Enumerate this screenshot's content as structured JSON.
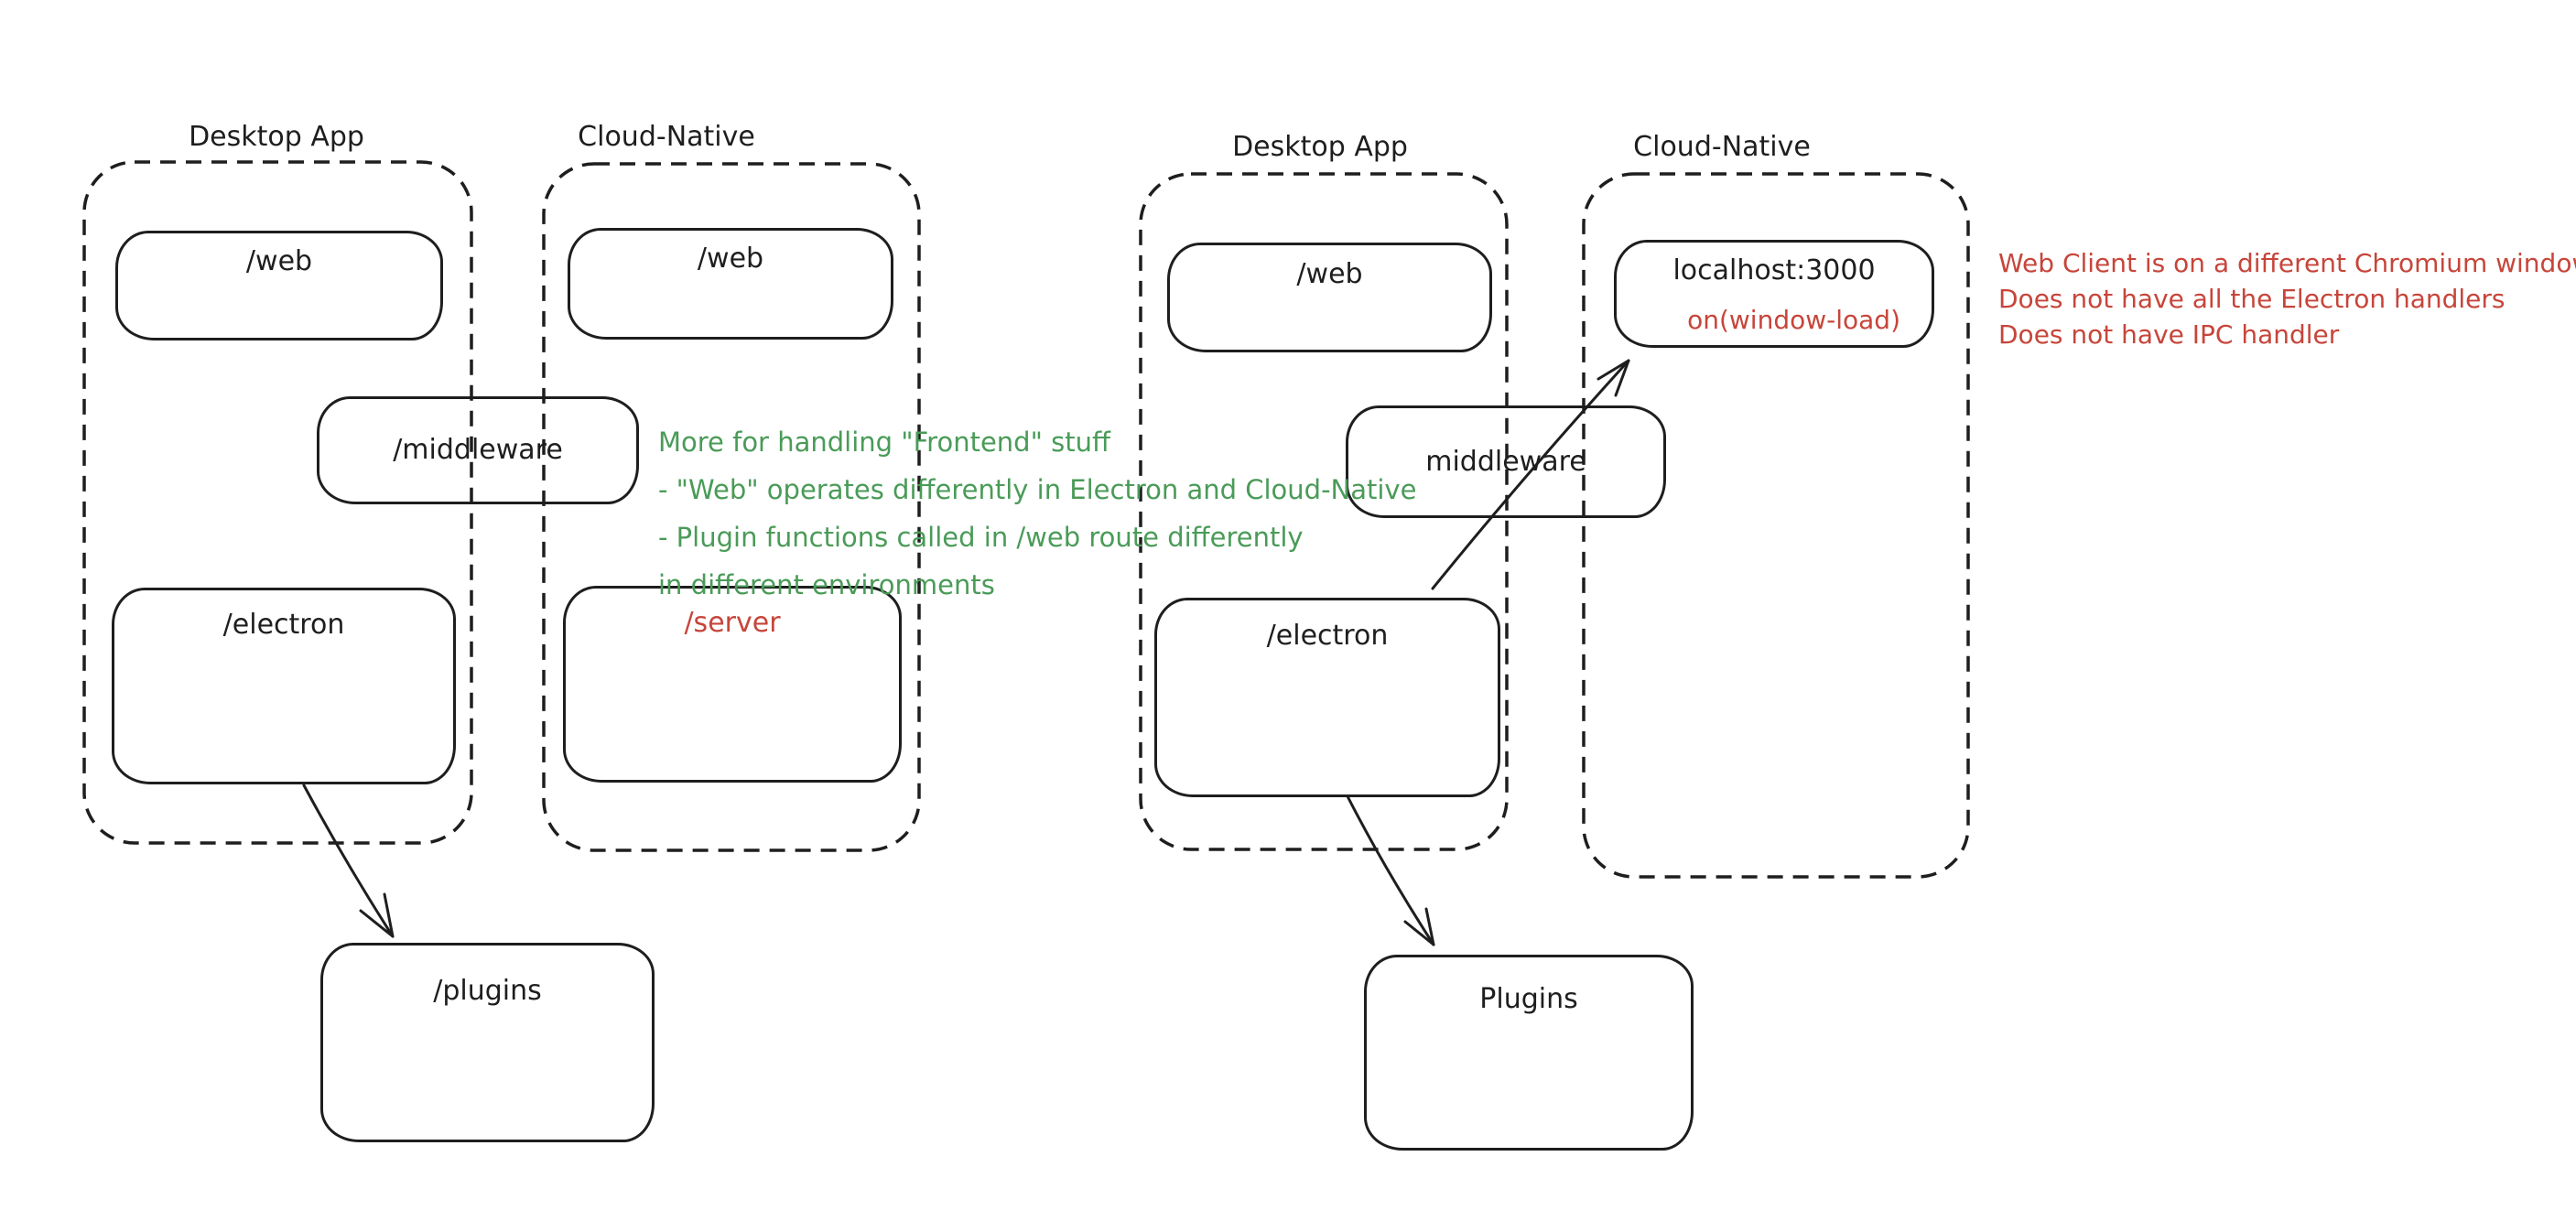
{
  "colors": {
    "ink": "#1e1e1e",
    "red": "#c7453a",
    "green": "#4a9b58",
    "background": "#ffffff"
  },
  "left": {
    "desktop_label": "Desktop App",
    "cloud_label": "Cloud-Native",
    "nodes": {
      "web_desktop": "/web",
      "web_cloud": "/web",
      "middleware": "/middleware",
      "electron": "/electron",
      "server": "/server",
      "plugins": "/plugins"
    },
    "note_green": [
      "More for handling \"Frontend\" stuff",
      "- \"Web\" operates differently in Electron and Cloud-Native",
      "- Plugin functions called in /web route differently",
      "in different environments"
    ]
  },
  "right": {
    "desktop_label": "Desktop App",
    "cloud_label": "Cloud-Native",
    "nodes": {
      "web": "/web",
      "localhost": "localhost:3000",
      "on_window_load": "on(window-load)",
      "middleware": "middleware",
      "electron": "/electron",
      "plugins": "Plugins"
    },
    "note_red": [
      "Web Client is on a different Chromium window",
      "Does not have all the Electron handlers",
      "Does not have IPC handler"
    ]
  }
}
